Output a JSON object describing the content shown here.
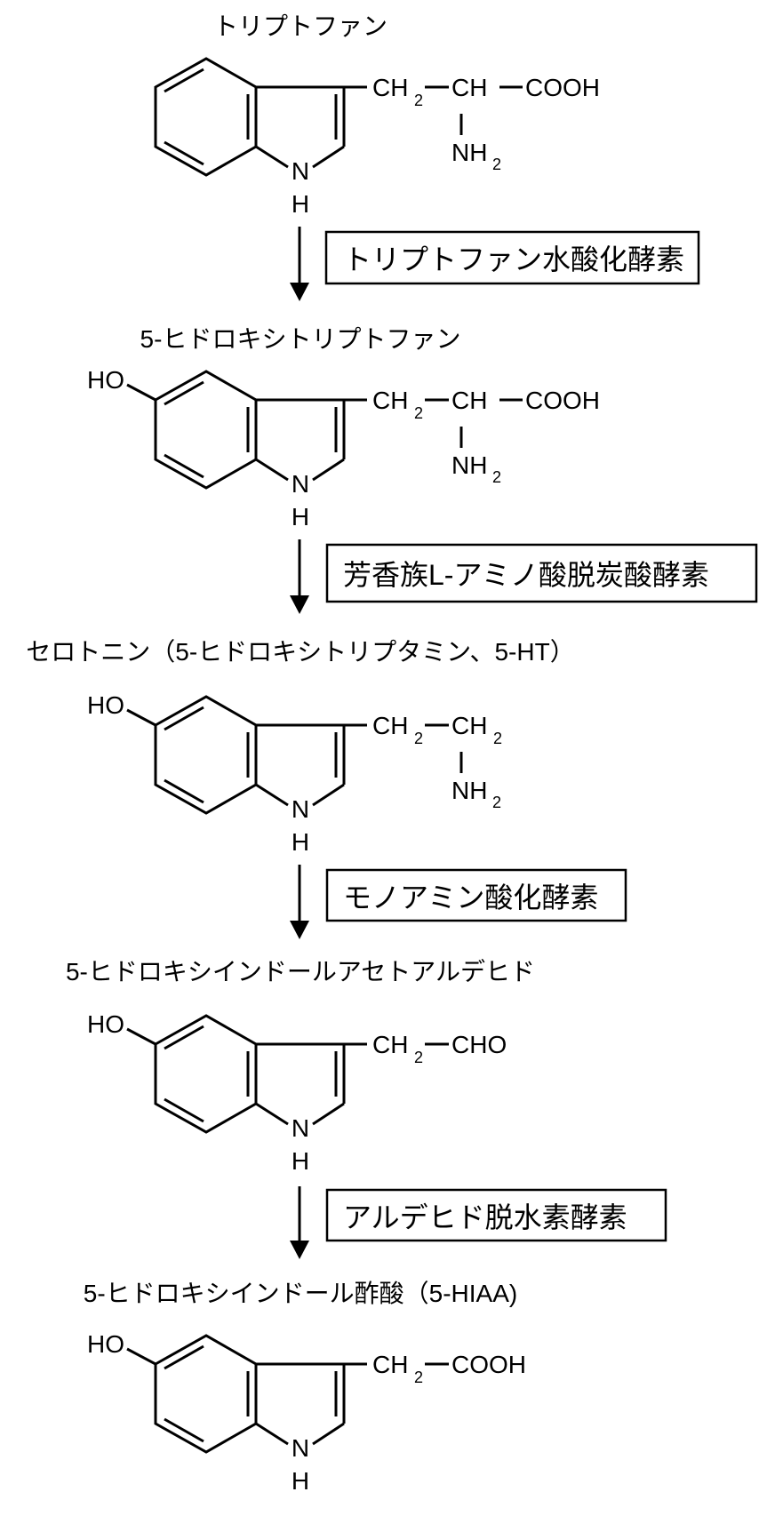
{
  "compounds": [
    {
      "name": "トリプトファン",
      "substituent": [
        "CH",
        "2",
        "CH",
        "COOH"
      ],
      "amine": [
        "NH",
        "2"
      ]
    },
    {
      "name": "5-ヒドロキシトリプトファン",
      "hydroxyl": "HO",
      "substituent": [
        "CH",
        "2",
        "CH",
        "COOH"
      ],
      "amine": [
        "NH",
        "2"
      ]
    },
    {
      "name": "セロトニン（5-ヒドロキシトリプタミン、5-HT）",
      "hydroxyl": "HO",
      "substituent": [
        "CH",
        "2",
        "CH",
        "2"
      ],
      "amine": [
        "NH",
        "2"
      ]
    },
    {
      "name": "5-ヒドロキシインドールアセトアルデヒド",
      "hydroxyl": "HO",
      "substituent": [
        "CH",
        "2",
        "CHO"
      ]
    },
    {
      "name": "5-ヒドロキシインドール酢酸（5-HIAA)",
      "hydroxyl": "HO",
      "substituent": [
        "CH",
        "2",
        "COOH"
      ]
    }
  ],
  "ring_atoms": {
    "n": "N",
    "h": "H"
  },
  "enzymes": [
    "トリプトファン水酸化酵素",
    "芳香族L-アミノ酸脱炭酸酵素",
    "モノアミン酸化酵素",
    "アルデヒド脱水素酵素"
  ],
  "colors": {
    "ink": "#000000",
    "background": "#ffffff"
  }
}
